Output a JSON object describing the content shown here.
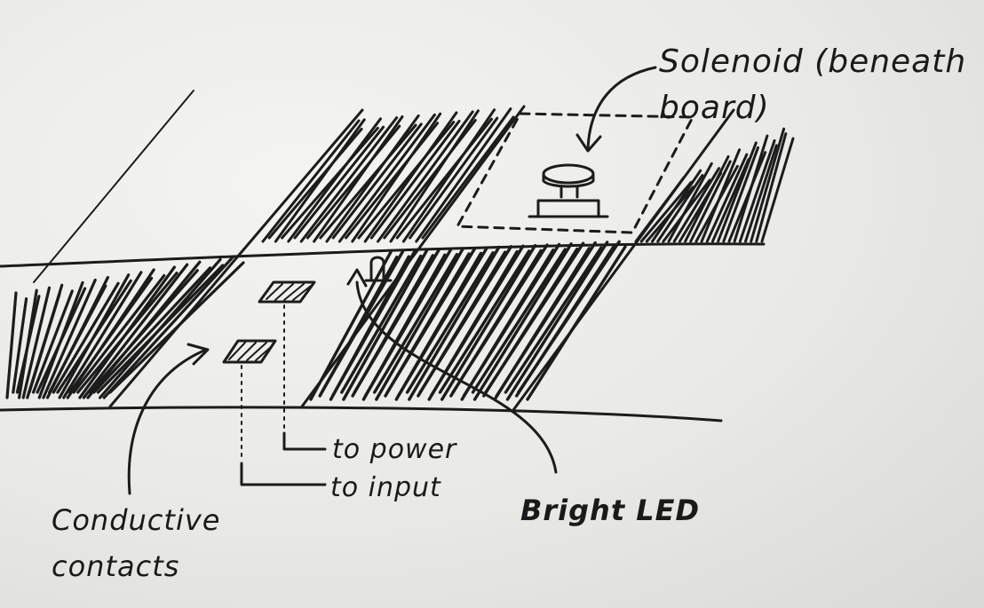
{
  "labels": {
    "solenoid": "Solenoid (beneath\nboard)",
    "to_power": "to power",
    "to_input": "to input",
    "bright_led": "Bright LED",
    "conductive_contacts": "Conductive\ncontacts"
  },
  "colors": {
    "ink": "#1c1c1c",
    "whiteboard": "#ececea"
  }
}
